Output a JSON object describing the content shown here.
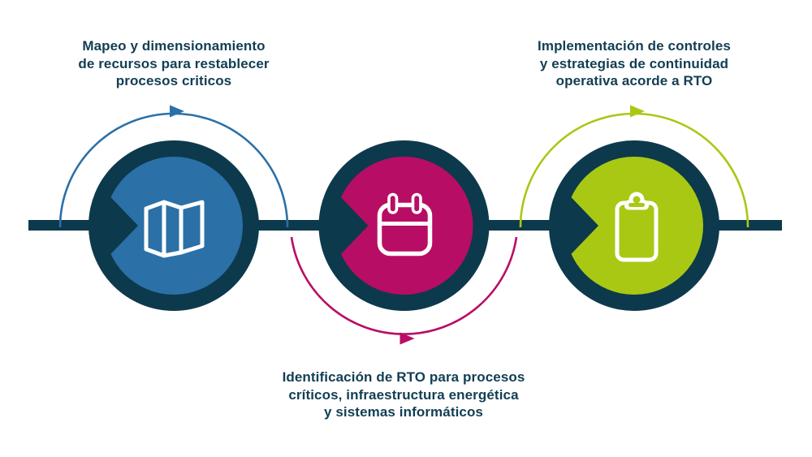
{
  "diagram": {
    "type": "process-flow",
    "background": "#ffffff",
    "timeline_color": "#0d394c",
    "text_color": "#123e54",
    "steps": [
      {
        "order": 1,
        "position": "top-left",
        "label": "Mapeo y dimensionamiento\nde recursos para restablecer\nprocesos criticos",
        "icon": "map-icon",
        "fill_color": "#2b70a7",
        "arc_color": "#2b70a7",
        "arc_position": "above"
      },
      {
        "order": 2,
        "position": "bottom-center",
        "label": "Identificación de RTO para procesos\ncríticos, infraestructura energética\ny sistemas informáticos",
        "icon": "calendar-icon",
        "fill_color": "#b80d65",
        "arc_color": "#b80d65",
        "arc_position": "below"
      },
      {
        "order": 3,
        "position": "top-right",
        "label": "Implementación de controles\ny estrategias de continuidad\noperativa acorde a RTO",
        "icon": "clipboard-icon",
        "fill_color": "#a9c814",
        "arc_color": "#a9c814",
        "arc_position": "above"
      }
    ]
  }
}
